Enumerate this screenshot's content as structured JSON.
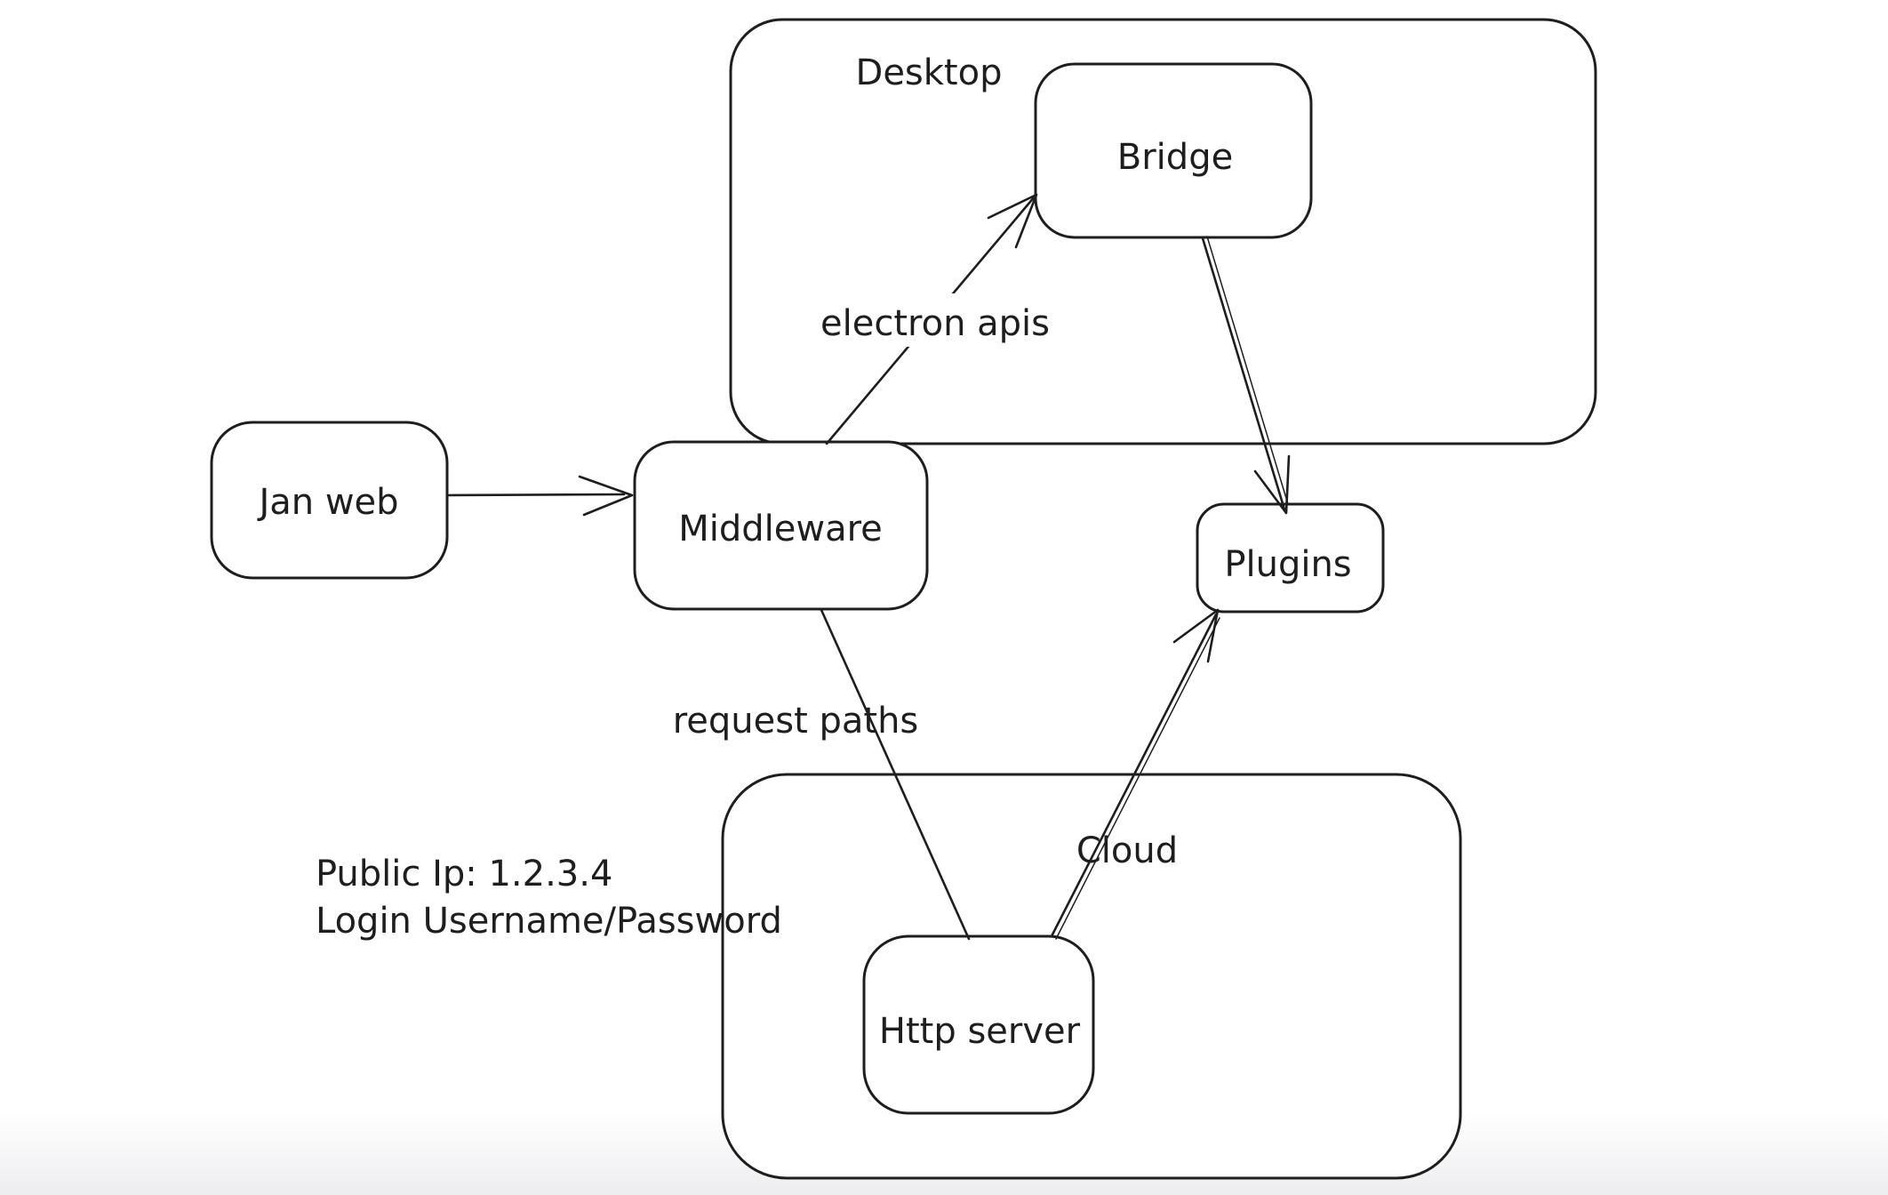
{
  "diagram": {
    "colors": {
      "stroke": "#1e1e1e",
      "background": "#ffffff",
      "bottom_fade": "#ededf0"
    },
    "containers": [
      {
        "id": "desktop",
        "label": "Desktop"
      },
      {
        "id": "cloud",
        "label": "Cloud"
      }
    ],
    "nodes": [
      {
        "id": "jan-web",
        "label": "Jan web"
      },
      {
        "id": "middleware",
        "label": "Middleware"
      },
      {
        "id": "bridge",
        "label": "Bridge"
      },
      {
        "id": "plugins",
        "label": "Plugins"
      },
      {
        "id": "http-server",
        "label": "Http server"
      }
    ],
    "edges": [
      {
        "from": "jan-web",
        "to": "middleware",
        "label": ""
      },
      {
        "from": "middleware",
        "to": "bridge",
        "label": "electron apis"
      },
      {
        "from": "bridge",
        "to": "plugins",
        "label": ""
      },
      {
        "from": "middleware",
        "to": "http-server",
        "label": "request paths"
      },
      {
        "from": "http-server",
        "to": "plugins",
        "label": ""
      }
    ],
    "notes": [
      "Public Ip: 1.2.3.4",
      "Login Username/Password"
    ]
  }
}
